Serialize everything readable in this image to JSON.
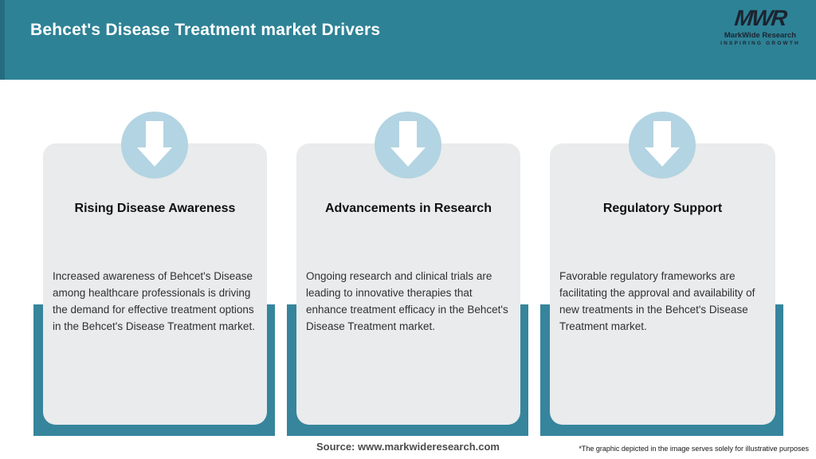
{
  "header": {
    "title": "Behcet's Disease Treatment market Drivers",
    "logo": {
      "acronym": "MWR",
      "name": "MarkWide Research",
      "tagline": "INSPIRING GROWTH"
    }
  },
  "cards": [
    {
      "icon": "down-arrow",
      "title": "Rising Disease Awareness",
      "description": "Increased awareness of Behcet's Disease among healthcare professionals is driving the demand for effective treatment options in the Behcet's Disease Treatment market."
    },
    {
      "icon": "down-arrow",
      "title": "Advancements in Research",
      "description": "Ongoing research and clinical trials are leading to innovative therapies that enhance treatment efficacy in the Behcet's Disease Treatment market."
    },
    {
      "icon": "down-arrow",
      "title": "Regulatory Support",
      "description": "Favorable regulatory frameworks are facilitating the approval and availability of new treatments in the Behcet's Disease Treatment market."
    }
  ],
  "footer": {
    "source": "Source: www.markwideresearch.com",
    "disclaimer": "*The graphic depicted in the image serves solely for illustrative purposes"
  },
  "colors": {
    "header_teal": "#2E8296",
    "header_edge": "#266C80",
    "accent_teal": "#36859C",
    "circle_blue": "#B3D4E2",
    "card_bg": "#E9EBEC",
    "heading_dark": "#101010",
    "body_dark": "#303030",
    "logo_dark": "#1B2430",
    "source_gray": "#4C4C4C"
  }
}
